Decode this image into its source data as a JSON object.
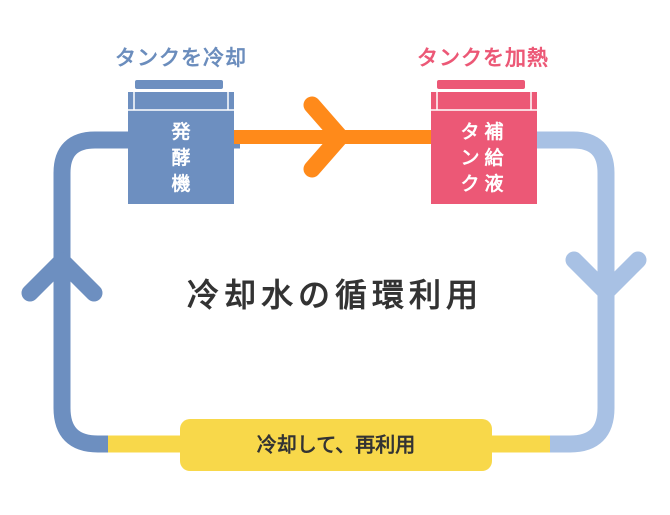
{
  "labels": {
    "left_top": "タンクを冷却",
    "right_top": "タンクを加熱",
    "center_title": "冷却水の循環利用",
    "bottom": "冷却して、再利用"
  },
  "tanks": {
    "left": {
      "columns": [
        "発酵機"
      ]
    },
    "right": {
      "columns": [
        "補給液",
        "タンク"
      ]
    }
  },
  "colors": {
    "blue_dark": "#6d8fc0",
    "blue_light": "#a8c1e4",
    "orange": "#ff8a1a",
    "yellow": "#f8d84a",
    "pink": "#ec5876",
    "label_blue": "#6b8dbd",
    "label_pink": "#ec5876",
    "text_dark": "#333333"
  }
}
